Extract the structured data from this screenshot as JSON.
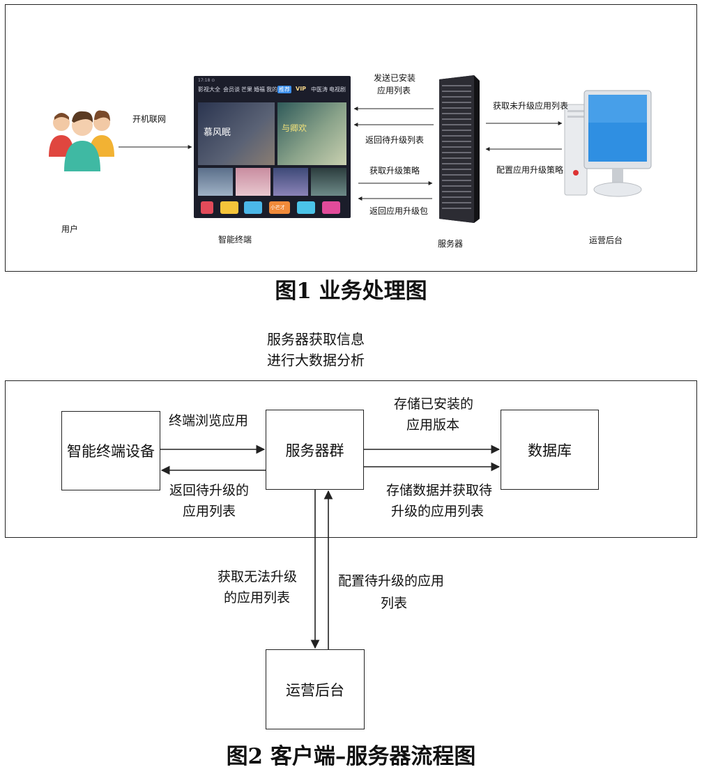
{
  "figure1": {
    "caption": "图1  业务处理图",
    "nodes": {
      "user": "用户",
      "terminal": "智能终端",
      "server": "服务器",
      "ops": "运营后台"
    },
    "edges": {
      "boot_network": "开机联网",
      "send_installed": [
        "发送已安装",
        "应用列表"
      ],
      "return_upgrade_list": "返回待升级列表",
      "get_upgrade_policy": "获取升级策略",
      "return_package": "返回应用升级包",
      "get_not_upgraded": "获取未升级应用列表",
      "config_policy": "配置应用升级策略"
    },
    "tv_screen": {
      "status": "17:18 ⊙",
      "tabs": [
        "影视大全",
        "会员谈",
        "芒果",
        "婚福",
        "我的",
        "推荐",
        "VIP",
        "中医涛",
        "电视剧"
      ],
      "banner_left_title": "慕风眠",
      "banner_right_title": "与卿欢",
      "app_tile_text": "小芒才"
    }
  },
  "figure2": {
    "caption": "图2  客户端–服务器流程图",
    "top_note": [
      "服务器获取信息",
      "进行大数据分析"
    ],
    "nodes": {
      "device": "智能终端设备",
      "server_group": "服务器群",
      "database": "数据库",
      "ops": "运营后台"
    },
    "edges": {
      "browse": "终端浏览应用",
      "return_list": [
        "返回待升级的",
        "应用列表"
      ],
      "store_installed": [
        "存储已安装的",
        "应用版本"
      ],
      "store_fetch": [
        "存储数据并获取待",
        "升级的应用列表"
      ],
      "fetch_failed": [
        "获取无法升级",
        "的应用列表"
      ],
      "config_list": [
        "配置待升级的应用",
        "列表"
      ]
    }
  }
}
